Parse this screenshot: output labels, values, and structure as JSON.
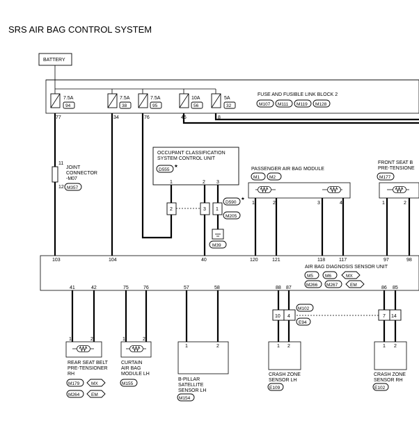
{
  "title": "SRS AIR BAG CONTROL SYSTEM",
  "battery": "BATTERY",
  "fuse_block": {
    "label": "FUSE AND FUSIBLE LINK BLOCK 2",
    "connectors": [
      "M107",
      "M111",
      "M119",
      "M128"
    ],
    "fuses": [
      {
        "amp": "7.5A",
        "num": "94",
        "pin": "77"
      },
      {
        "amp": "7.5A",
        "num": "38",
        "pin": "34"
      },
      {
        "amp": "7.5A",
        "num": "95",
        "pin": "76"
      },
      {
        "amp": "10A",
        "num": "56",
        "pin": "46"
      },
      {
        "amp": "5A",
        "num": "32",
        "pin": "8"
      }
    ]
  },
  "joint": {
    "line1": "JOINT",
    "line2": "CONNECTOR",
    "line3": "-M07",
    "connector": "M357",
    "pin_top": "11",
    "pin_bottom": "12"
  },
  "occupant": {
    "line1": "OCCUPANT CLASSIFICATION",
    "line2": "SYSTEM CONTROL UNIT",
    "connector": "D555",
    "star": "★",
    "pins": [
      "1",
      "2",
      "3"
    ]
  },
  "inline": {
    "pin_a": "2",
    "pin_b": "3",
    "pin_c": "1",
    "conn_a": "D590",
    "conn_b": "M205",
    "star": "★",
    "ground": "M39"
  },
  "passenger": {
    "label": "PASSENGER AIR BAG MODULE",
    "connectors": [
      "M1",
      "M2"
    ],
    "pins": [
      "1",
      "2",
      "3",
      "4"
    ]
  },
  "front_seat": {
    "line1": "FRONT SEAT B",
    "line2": "PRE-TENSIONE",
    "connector": "M177",
    "pins": [
      "1",
      "2"
    ]
  },
  "unit_pins_top": [
    "103",
    "104",
    "40",
    "120",
    "121",
    "118",
    "117",
    "97",
    "98"
  ],
  "unit": {
    "label": "AIR BAG DIAGNOSIS SENSOR UNIT",
    "conn_row1": [
      "M5",
      "M6",
      "MX"
    ],
    "conn_row2": [
      "M266",
      "M267",
      "EM"
    ]
  },
  "unit_pins_bottom": [
    "41",
    "42",
    "75",
    "76",
    "57",
    "58",
    "88",
    "87",
    "86",
    "85"
  ],
  "rear_seat": {
    "line1": "REAR SEAT BELT",
    "line2": "PRE-TENSIONER",
    "line3": "RH",
    "row1": [
      "M179",
      "MX"
    ],
    "row2": [
      "M264",
      "EM"
    ],
    "pins": [
      "1",
      "2"
    ]
  },
  "curtain": {
    "line1": "CURTAIN",
    "line2": "AIR BAG",
    "line3": "MODULE LH",
    "connector": "M155",
    "pins": [
      "1",
      "2"
    ]
  },
  "bpillar": {
    "line1": "B-PILLAR",
    "line2": "SATELLITE",
    "line3": "SENSOR LH",
    "connector": "M154",
    "pins": [
      "1",
      "2"
    ]
  },
  "inline2": {
    "pin_a": "10",
    "pin_b": "4",
    "pin_c": "7",
    "pin_d": "14",
    "conn_a": "M102",
    "conn_b": "E94"
  },
  "crash_lh": {
    "line1": "CRASH ZONE",
    "line2": "SENSOR LH",
    "connector": "E109",
    "pins": [
      "1",
      "2"
    ]
  },
  "crash_rh": {
    "line1": "CRASH ZONE",
    "line2": "SENSOR RH",
    "connector": "E102",
    "pins": [
      "1",
      "2"
    ]
  }
}
